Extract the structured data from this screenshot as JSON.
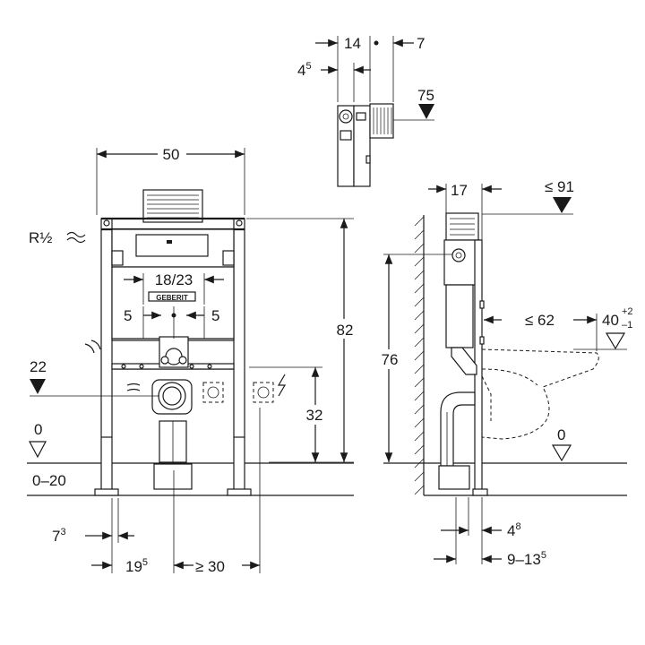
{
  "brand": {
    "logo_text": "GEBERIT"
  },
  "front_view": {
    "width_label": "50",
    "pipe_thread": "R½",
    "flush_bend_span": "18/23",
    "left_offset": "5",
    "right_offset": "5",
    "total_height": "82",
    "drain_height": "22",
    "electrical_height": "32",
    "floor_level": "0",
    "floor_adjust": "0–20",
    "bottom_left_base": "7",
    "bottom_left_sup": "3",
    "bottom_mid_base": "19",
    "bottom_mid_sup": "5",
    "bottom_right": "≥ 30"
  },
  "top_view": {
    "offset_14": "14",
    "offset_7": "7",
    "offset_4_base": "4",
    "offset_4_sup": "5",
    "level_75": "75"
  },
  "side_view": {
    "depth_17": "17",
    "top_level": "≤ 91",
    "wall_distance": "≤ 62",
    "bowl_height": "40",
    "bowl_tol_plus": "+2",
    "bowl_tol_minus": "–1",
    "height_76": "76",
    "floor_level": "0",
    "bottom_4_base": "4",
    "bottom_4_sup": "8",
    "bottom_range_base": "9–13",
    "bottom_range_sup": "5"
  }
}
